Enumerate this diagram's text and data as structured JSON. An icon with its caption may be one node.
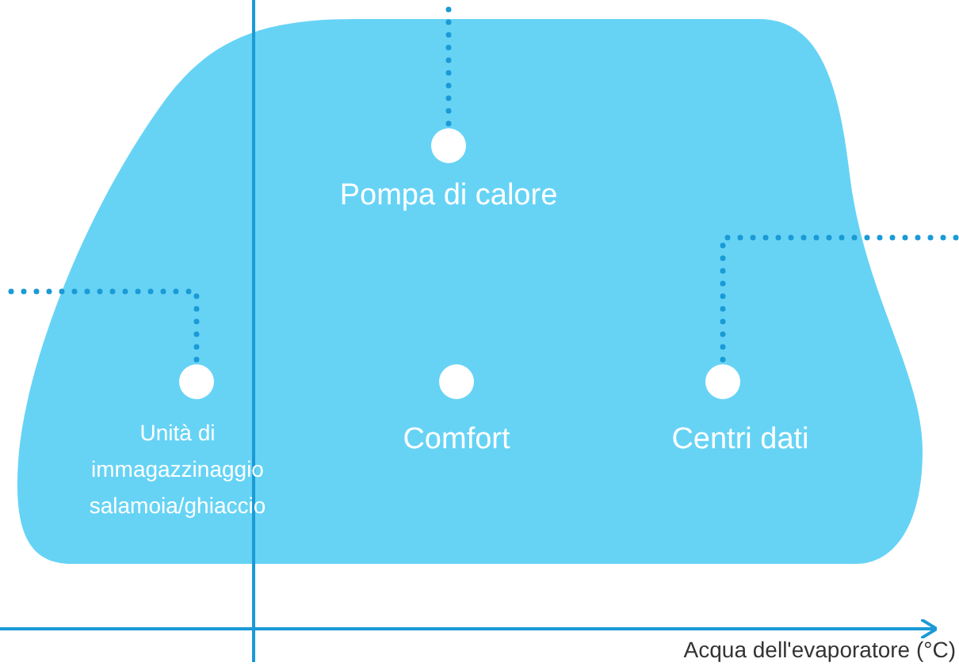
{
  "diagram": {
    "nodes": [
      {
        "text": [],
        "shape": "area"
      },
      {
        "text": [],
        "shape": "circle",
        "beside": [
          "Pompa di calore"
        ],
        "in": 0
      },
      {
        "text": [],
        "shape": "circle",
        "beside": [
          "Unità di immagazzinaggio salamoia/ghiaccio"
        ],
        "in": 0
      },
      {
        "text": [],
        "shape": "circle",
        "beside": [
          "Comfort"
        ],
        "in": 0
      },
      {
        "text": [],
        "shape": "circle",
        "beside": [
          "Centri dati"
        ],
        "in": 0
      }
    ],
    "edges": [
      {
        "from": 1,
        "to": null,
        "arrow": "none",
        "style": "dashed"
      },
      {
        "from": 2,
        "to": null,
        "arrow": "none",
        "style": "dashed"
      },
      {
        "from": 4,
        "to": null,
        "arrow": "none",
        "style": "dashed"
      }
    ],
    "labels": [
      "Acqua dell'evaporatore (°C)"
    ]
  }
}
